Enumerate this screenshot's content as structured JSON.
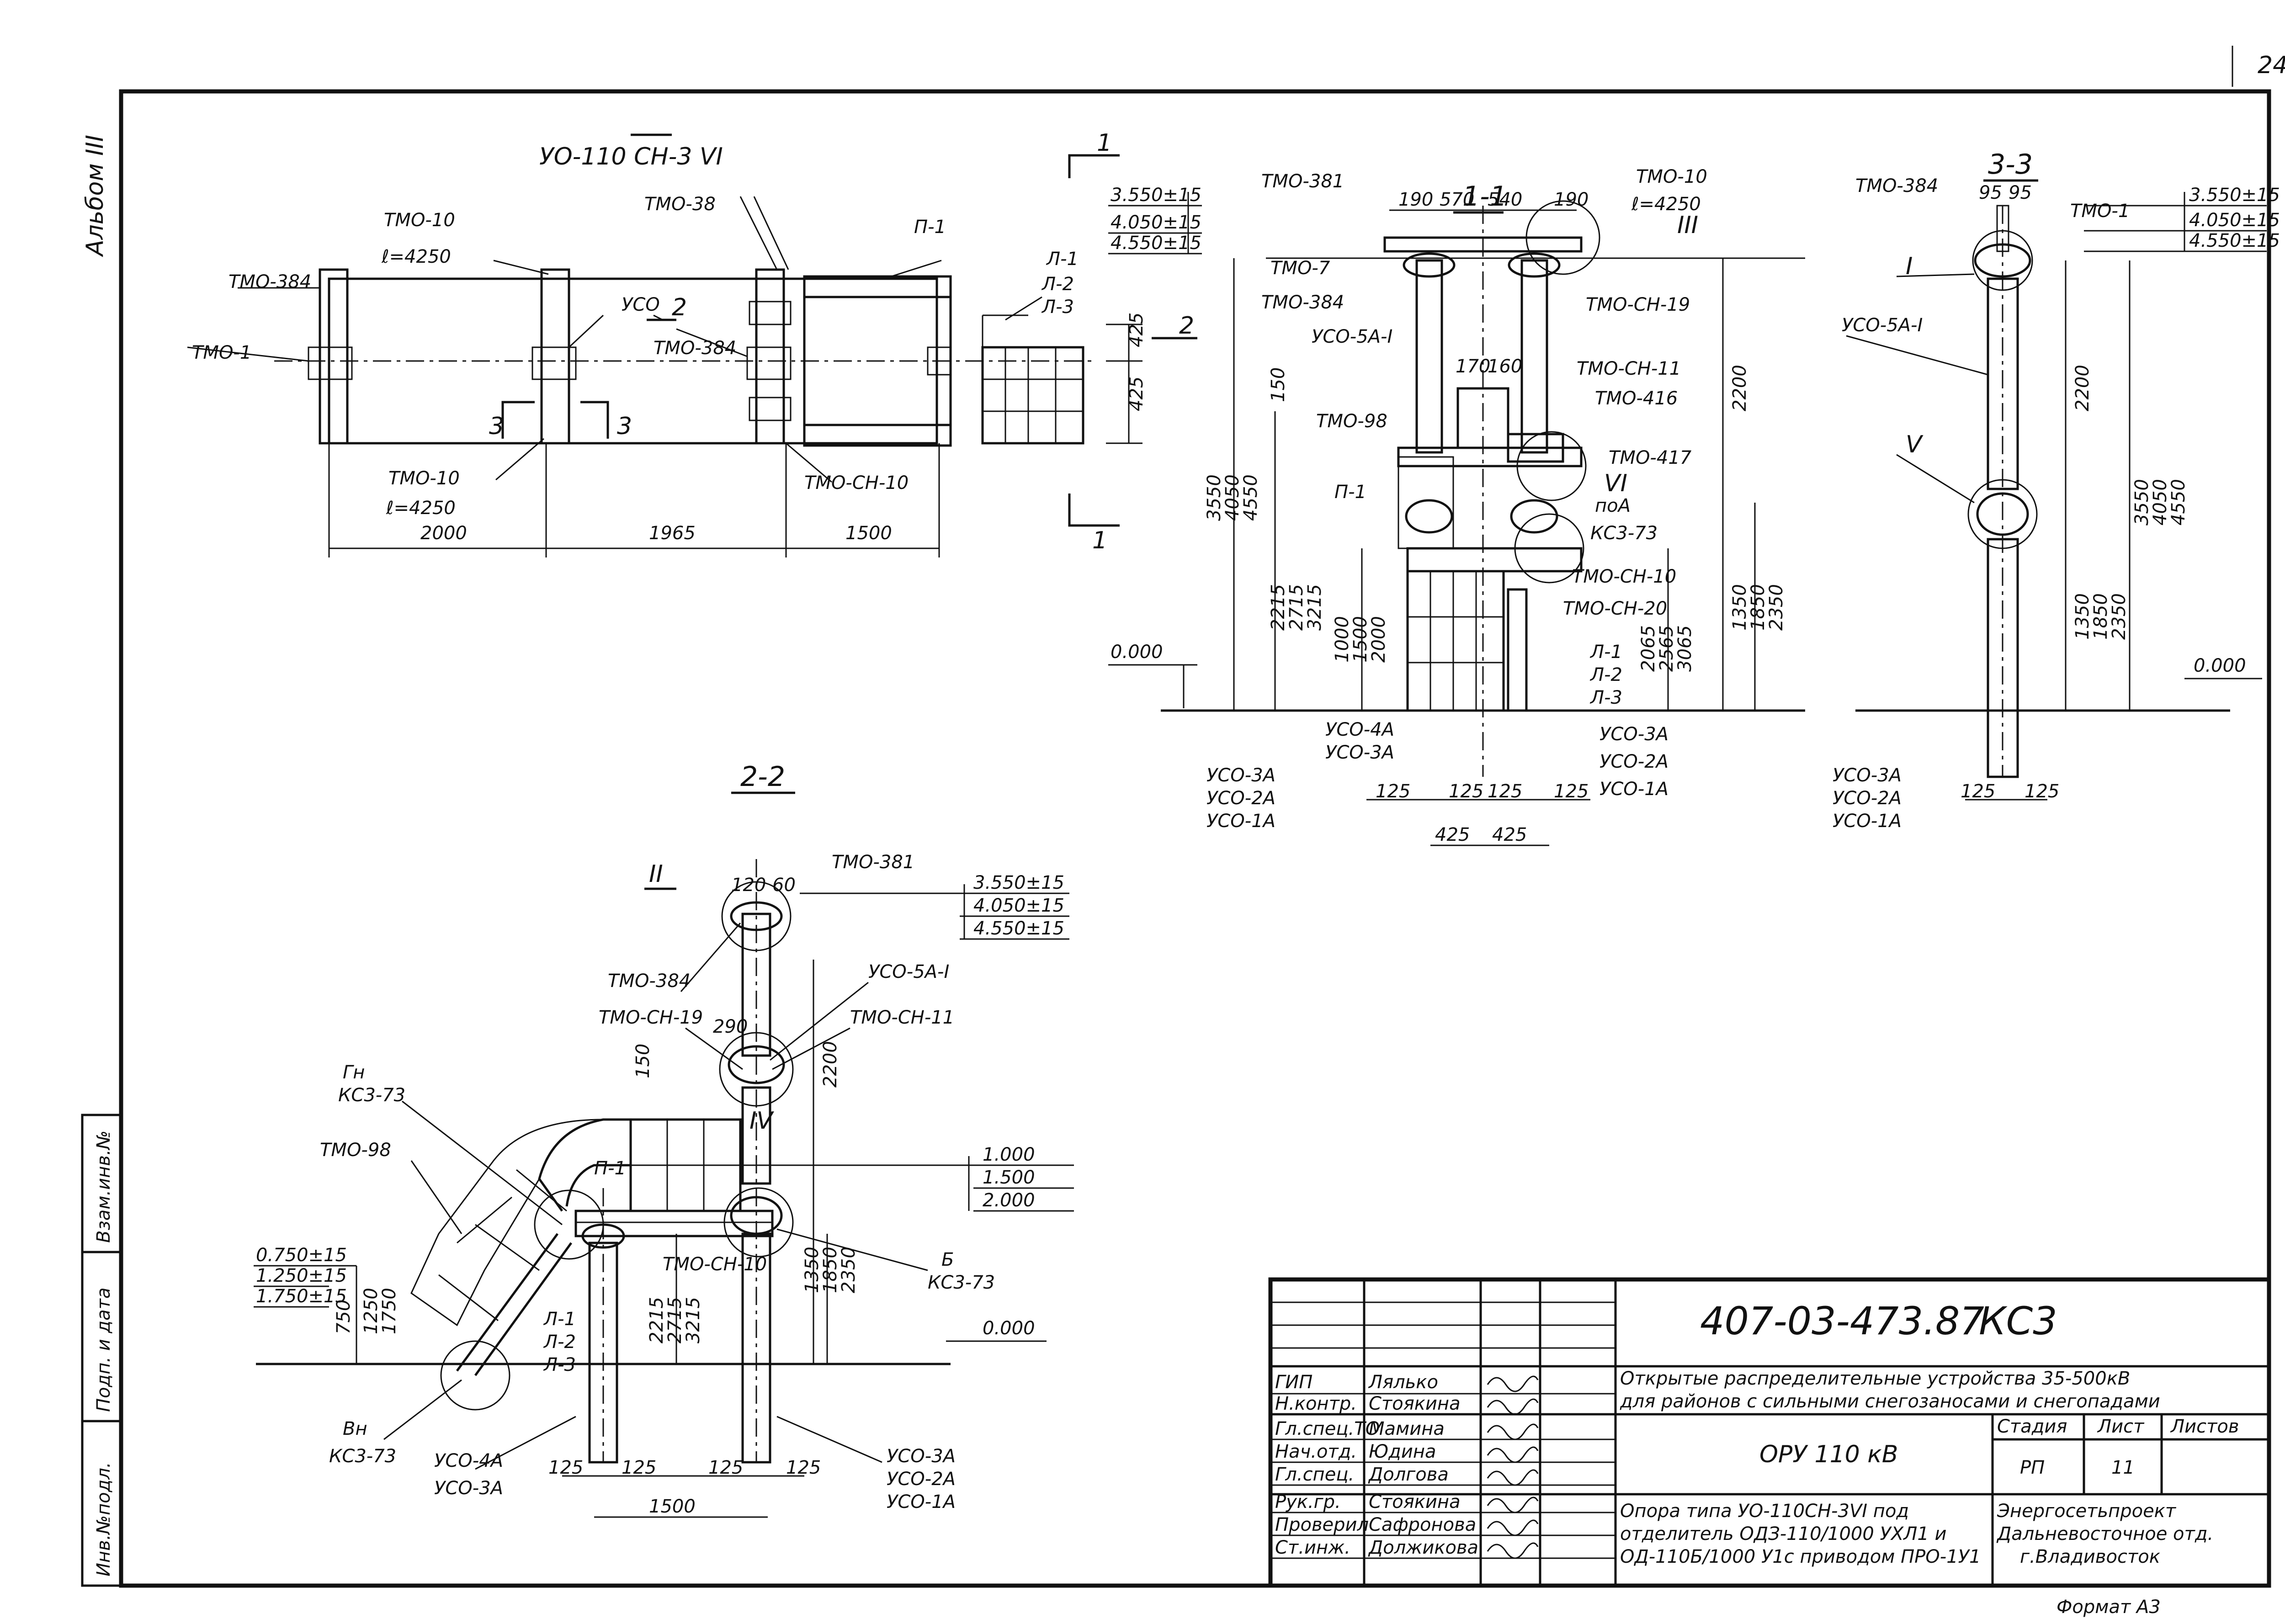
{
  "page_number": "24",
  "album": "Альбом III",
  "plan": {
    "title": "УО-110 СН-3 VI",
    "labels": [
      "ТМО-10",
      "ℓ=4250",
      "ТМО-38",
      "П-1",
      "ТМО-384",
      "ТМО-1",
      "УСО",
      "ТМО-384",
      "Л-1",
      "Л-2",
      "Л-3",
      "ТМО-10",
      "ℓ=4250",
      "ТМО-СН-10"
    ],
    "dims": [
      "2000",
      "1965",
      "1500",
      "425",
      "425"
    ],
    "section_marks": [
      "1",
      "1",
      "2",
      "2",
      "3",
      "3"
    ]
  },
  "sec11": {
    "title": "1-1",
    "elev": [
      "3.550±15",
      "4.050±15",
      "4.550±15",
      "0.000"
    ],
    "labels": [
      "ТМО-381",
      "ТМО-10",
      "ℓ=4250",
      "III",
      "ТМО-7",
      "ТМО-384",
      "УСО-5А-I",
      "ТМО-СН-19",
      "ТМО-СН-11",
      "ТМО-416",
      "ТМО-98",
      "ТМО-417",
      "VI",
      "поА",
      "КС3-73",
      "П-1",
      "ТМО-СН-10",
      "ТМО-СН-20",
      "Л-1",
      "Л-2",
      "Л-3",
      "УСО-4А",
      "УСО-3А",
      "УСО-3А",
      "УСО-2А",
      "УСО-1А",
      "УСО-3А",
      "УСО-2А",
      "УСО-1А"
    ],
    "dims": [
      "190",
      "570",
      "540",
      "190",
      "170",
      "160",
      "150",
      "2200",
      "3550",
      "4050",
      "4550",
      "2215",
      "2715",
      "3215",
      "1000",
      "1500",
      "2000",
      "2065",
      "2565",
      "3065",
      "1350",
      "1850",
      "2350",
      "125",
      "125",
      "125",
      "125",
      "425",
      "425"
    ]
  },
  "sec33": {
    "title": "3-3",
    "elev": [
      "3.550±15",
      "4.050±15",
      "4.550±15",
      "0.000"
    ],
    "labels": [
      "ТМО-384",
      "ТМО-1",
      "I",
      "УСО-5А-I",
      "V",
      "УСО-3А",
      "УСО-2А",
      "УСО-1А"
    ],
    "dims": [
      "95",
      "95",
      "2200",
      "3550",
      "4050",
      "4550",
      "1350",
      "1850",
      "2350",
      "125",
      "125"
    ]
  },
  "sec22": {
    "title": "2-2",
    "elev": [
      "3.550±15",
      "4.050±15",
      "4.550±15",
      "1.000",
      "1.500",
      "2.000",
      "0.000",
      "0.750±15",
      "1.250±15",
      "1.750±15"
    ],
    "labels": [
      "II",
      "ТМО-381",
      "ТМО-384",
      "УСО-5А-I",
      "ТМО-СН-19",
      "ТМО-СН-11",
      "Гн",
      "КС3-73",
      "ТМО-98",
      "П-1",
      "IV",
      "Б",
      "КС3-73",
      "ТМО-СН-10",
      "Л-1",
      "Л-2",
      "Л-3",
      "Вн",
      "КС3-73",
      "УСО-4А",
      "УСО-3А",
      "УСО-3А",
      "УСО-2А",
      "УСО-1А"
    ],
    "dims": [
      "120",
      "60",
      "290",
      "150",
      "2200",
      "2215",
      "2715",
      "3215",
      "1350",
      "1850",
      "2350",
      "750",
      "1250",
      "1750",
      "125",
      "125",
      "125",
      "125",
      "1500"
    ]
  },
  "title_block": {
    "code": "407-03-473.87",
    "suffix": "КС3",
    "desc_line1": "Открытые распределительные устройства 35-500кВ",
    "desc_line2": "для районов с сильными снегозаносами и снегопадами",
    "object": "ОРУ 110 кВ",
    "stage_hdr": "Стадия",
    "sheet_hdr": "Лист",
    "sheets_hdr": "Листов",
    "stage": "РП",
    "sheet": "11",
    "drawing_line1": "Опора типа УО-110СН-3VI под",
    "drawing_line2": "отделитель ОДЗ-110/1000 УХЛ1 и",
    "drawing_line3": "ОД-110Б/1000 У1с приводом ПРО-1У1",
    "org_line1": "Энергосетьпроект",
    "org_line2": "Дальневосточное отд.",
    "org_line3": "г.Владивосток",
    "roles": [
      {
        "role": "ГИП",
        "name": "Лялько"
      },
      {
        "role": "Н.контр.",
        "name": "Стоякина"
      },
      {
        "role": "Гл.спец.ТО",
        "name": "Мамина"
      },
      {
        "role": "Нач.отд.",
        "name": "Юдина"
      },
      {
        "role": "Гл.спец.",
        "name": "Долгова"
      },
      {
        "role": "Рук.гр.",
        "name": "Стоякина"
      },
      {
        "role": "Проверил",
        "name": "Сафронова"
      },
      {
        "role": "Ст.инж.",
        "name": "Должикова"
      }
    ],
    "format": "Формат А3"
  },
  "side_stamp": [
    "Взам.инв.№",
    "Подп. и дата",
    "Инв.№подл."
  ]
}
